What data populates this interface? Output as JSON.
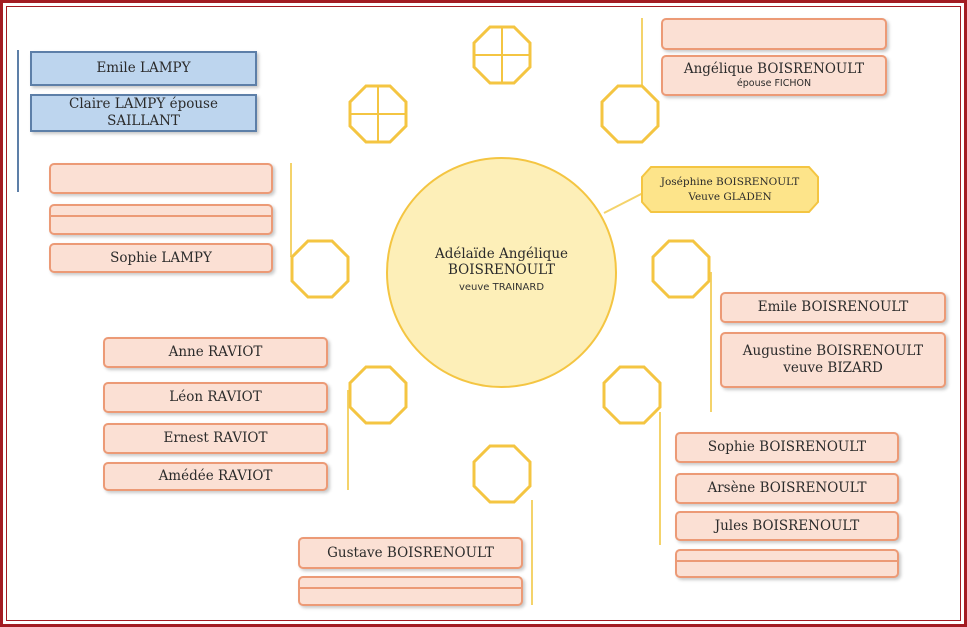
{
  "center_person": {
    "name": "Adélaïde Angélique BOISRENOULT",
    "subtitle": "veuve TRAINARD"
  },
  "highlight_person": {
    "line1": "Joséphine  BOISRENOULT",
    "line2": "Veuve GLADEN"
  },
  "colors": {
    "frame": "#a31c23",
    "gold": "#f4c542",
    "peach_fill": "#fbe0d4",
    "peach_border": "#ec9a76",
    "blue_fill": "#bdd5ee",
    "blue_border": "#5d7fa8"
  },
  "groups": {
    "lampy_blue": [
      "Emile LAMPY",
      "Claire LAMPY épouse SAILLANT"
    ],
    "lampy_peach": [
      "",
      "",
      "Sophie LAMPY"
    ],
    "raviot": [
      "Anne RAVIOT",
      "Léon RAVIOT",
      "Ernest RAVIOT",
      "Amédée RAVIOT"
    ],
    "gustave": [
      "Gustave BOISRENOULT",
      ""
    ],
    "fichon": {
      "top": "",
      "name": "Angélique BOISRENOULT",
      "sub": "épouse FICHON"
    },
    "emile_b": {
      "name": "Emile BOISRENOULT",
      "aug1": "Augustine BOISRENOULT",
      "aug2": "veuve BIZARD"
    },
    "sophie_b": [
      "Sophie BOISRENOULT",
      "Arsène BOISRENOULT",
      "Jules BOISRENOULT",
      ""
    ]
  }
}
